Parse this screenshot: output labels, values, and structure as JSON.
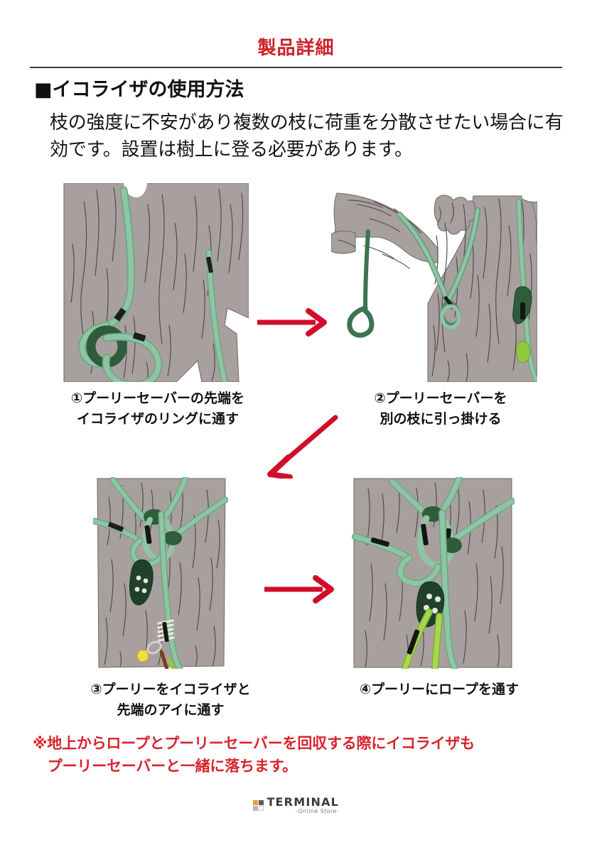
{
  "header": {
    "title": "製品詳細"
  },
  "section": {
    "bullet": "■",
    "heading": "イコライザの使用方法",
    "body": "枝の強度に不安があり複数の枝に荷重を分散させたい場合に有効です。設置は樹上に登る必要があります。"
  },
  "steps": [
    {
      "id": "step-1",
      "caption": "①プーリーセーバーの先端を\nイコライザのリングに通す"
    },
    {
      "id": "step-2",
      "caption": "②プーリーセーバーを\n別の枝に引っ掛ける"
    },
    {
      "id": "step-3",
      "caption": "③プーリーをイコライザと\n先端のアイに通す"
    },
    {
      "id": "step-4",
      "caption": "④プーリーにロープを通す"
    }
  ],
  "arrows": [
    {
      "name": "arrow-step1-to-step2",
      "direction": "right"
    },
    {
      "name": "arrow-step2-to-step3",
      "direction": "down-left"
    },
    {
      "name": "arrow-step3-to-step4",
      "direction": "right"
    }
  ],
  "footnote": "※地上からロープとプーリーセーバーを回収する際にイコライザも\n　プーリーセーバーと一緒に落ちます。",
  "footer": {
    "brand": "TERMINAL",
    "tagline": "-Online Store-"
  },
  "colors": {
    "title_red": "#cc2128",
    "footnote_red": "#d8232c",
    "arrow_red": "#d10d28",
    "bark": "#a8a09f",
    "bark_line": "#4a4646",
    "rope_light": "#8fc4a4",
    "rope_mid": "#6aa882",
    "rope_dark": "#2f5c3b",
    "rope_lime": "#93c83d",
    "hardware_black": "#1d1d1d",
    "logo_orange": "#e8a13a",
    "logo_dark": "#5d5d5d",
    "logo_gray": "#b9b9b9"
  }
}
